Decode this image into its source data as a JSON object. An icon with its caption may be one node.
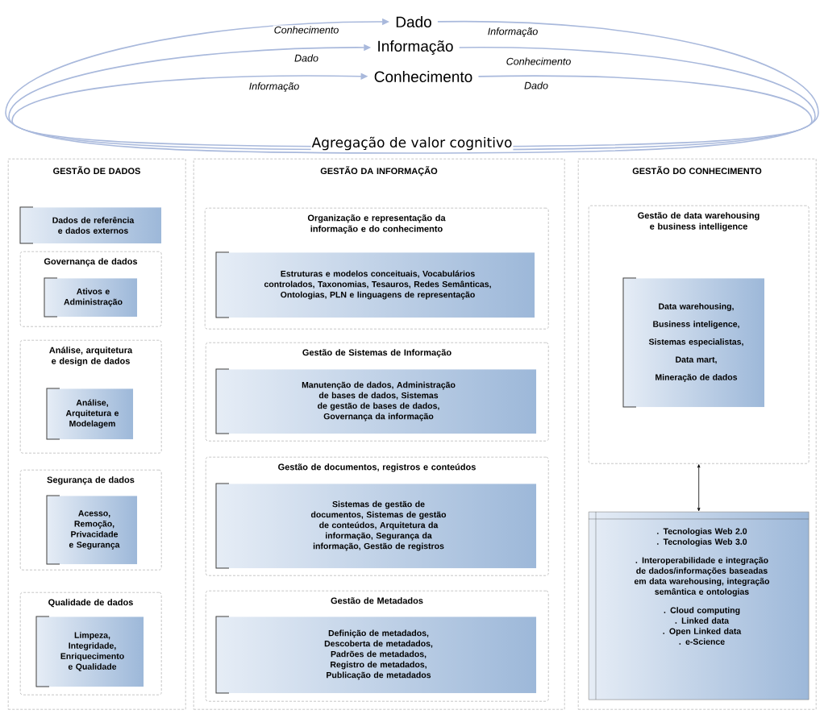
{
  "diagram": {
    "nodes": [
      {
        "text": [
          "Dado"
        ]
      },
      {
        "text": [
          "Informação"
        ]
      },
      {
        "text": [
          "Conhecimento"
        ]
      },
      {
        "text": [
          "GESTÃO DE DADOS"
        ]
      },
      {
        "text": [
          "Dados de referência e dados externos"
        ],
        "in": 3
      },
      {
        "text": [
          "Governança de dados"
        ],
        "in": 3
      },
      {
        "text": [
          "Ativos e Administração"
        ],
        "in": 5
      },
      {
        "text": [
          "Análise, arquitetura e design de dados"
        ],
        "in": 3
      },
      {
        "text": [
          "Análise, Arquitetura e Modelagem"
        ],
        "in": 7
      },
      {
        "text": [
          "Segurança de dados"
        ],
        "in": 3
      },
      {
        "text": [
          "Acesso, Remoção, Privacidade e Segurança"
        ],
        "in": 9
      },
      {
        "text": [
          "Qualidade de dados"
        ],
        "in": 3
      },
      {
        "text": [
          "Limpeza, Integridade, Enriquecimento e Qualidade"
        ],
        "in": 11
      },
      {
        "text": [
          "GESTÃO DA INFORMAÇÃO"
        ]
      },
      {
        "text": [
          "Organização e representação da informação e do conhecimento"
        ],
        "in": 13
      },
      {
        "text": [
          "Estruturas e modelos conceituais, Vocabulários controlados, Taxonomias, Tesauros, Redes Semânticas, Ontologias, PLN e linguagens de representação"
        ],
        "in": 14
      },
      {
        "text": [
          "Gestão de Sistemas de Informação"
        ],
        "in": 13
      },
      {
        "text": [
          "Manutenção de dados, Administração de bases de dados, Sistemas de gestão de bases de dados, Governança da informação"
        ],
        "in": 16
      },
      {
        "text": [
          "Gestão de documentos, registros e conteúdos"
        ],
        "in": 13
      },
      {
        "text": [
          "Sistemas de gestão de documentos, Sistemas de gestão de conteúdos, Arquitetura da informação, Segurança da informação, Gestão de registros"
        ],
        "in": 18
      },
      {
        "text": [
          "Gestão de Metadados"
        ],
        "in": 13
      },
      {
        "text": [
          "Definição de metadados, Descoberta de metadados, Padrões de metadados, Registro de metadados, Publicação de metadados"
        ],
        "in": 20
      },
      {
        "text": [
          "GESTÃO DO CONHECIMENTO"
        ]
      },
      {
        "text": [
          "Gestão de data warehousing e business intelligence"
        ],
        "in": 22
      },
      {
        "text": [
          "Data warehousing,",
          "Business inteligence,",
          "Sistemas especialistas,",
          "Data mart,",
          "Mineração de dados"
        ],
        "in": 23
      },
      {
        "text": [
          ". Tecnologias Web 2.0",
          ". Tecnologias Web 3.0",
          ". Interoperabilidade e integração de dados/informações baseadas em data warehousing, integração semântica e ontologias",
          ". Cloud computing",
          ". Linked data",
          ". Open Linked data",
          ". e-Science"
        ],
        "in": 22
      }
    ],
    "edges": [
      {
        "from": 0,
        "to": 0,
        "arrow": "to"
      },
      {
        "from": 1,
        "to": 1,
        "arrow": "to"
      },
      {
        "from": 2,
        "to": 2,
        "arrow": "to"
      },
      {
        "from": 23,
        "to": 25,
        "arrow": "both",
        "color": "#000000"
      }
    ],
    "labels": [
      "Conhecimento",
      "Informação",
      "Dado",
      "Conhecimento",
      "Informação",
      "Dado",
      "Agregação de valor cognitivo"
    ]
  }
}
